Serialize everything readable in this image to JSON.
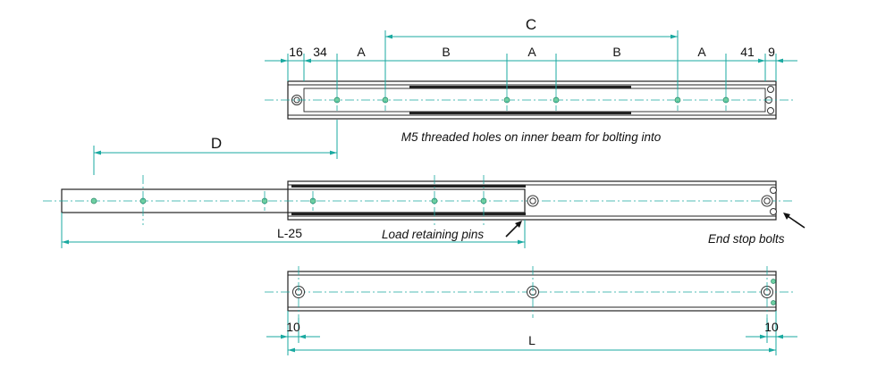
{
  "dimensions": {
    "top_row": [
      "16",
      "34",
      "A",
      "B",
      "A",
      "B",
      "A",
      "41",
      "9"
    ],
    "overall_top": "C",
    "extension": "D",
    "inner_length": "L-25",
    "bottom_left_offset": "10",
    "bottom_right_offset": "10",
    "overall_length": "L"
  },
  "notes": {
    "threaded_holes": "M5 threaded holes on inner beam for bolting into",
    "retaining_pins": "Load retaining pins",
    "end_stop_bolts": "End stop bolts"
  },
  "colors": {
    "dimension_line": "#1aa9a0",
    "outline": "#222222",
    "hole_fill": "#6fcfa2"
  }
}
